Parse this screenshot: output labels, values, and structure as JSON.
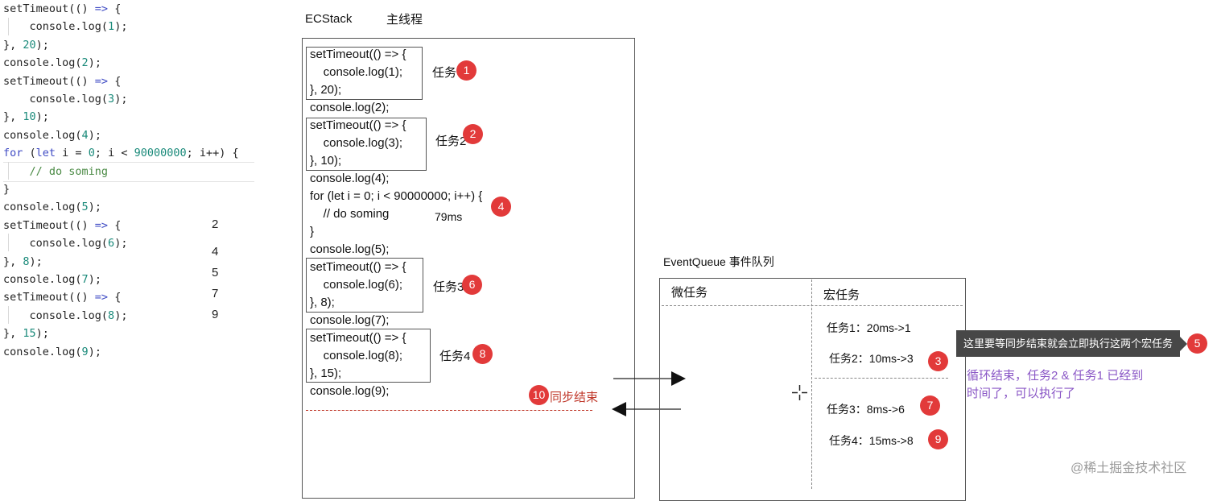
{
  "code_editor": {
    "lines": [
      "setTimeout(() => {",
      "    console.log(1);",
      "}, 20);",
      "console.log(2);",
      "setTimeout(() => {",
      "    console.log(3);",
      "}, 10);",
      "console.log(4);",
      "for (let i = 0; i < 90000000; i++) {",
      "    // do soming",
      "}",
      "console.log(5);",
      "setTimeout(() => {",
      "    console.log(6);",
      "}, 8);",
      "console.log(7);",
      "setTimeout(() => {",
      "    console.log(8);",
      "}, 15);",
      "console.log(9);"
    ],
    "output_numbers": [
      "2",
      "4",
      "5",
      "7",
      "9"
    ]
  },
  "ecstack": {
    "label": "ECStack",
    "thread_label": "主线程",
    "lines": [
      "setTimeout(() => {",
      "    console.log(1);",
      "}, 20);",
      "console.log(2);",
      "setTimeout(() => {",
      "    console.log(3);",
      "}, 10);",
      "console.log(4);",
      "for (let i = 0; i < 90000000; i++) {",
      "    // do soming",
      "}",
      "console.log(5);",
      "setTimeout(() => {",
      "    console.log(6);",
      "}, 8);",
      "console.log(7);",
      "setTimeout(() => {",
      "    console.log(8);",
      "}, 15);",
      "console.log(9);"
    ],
    "task_labels": [
      "任务",
      "任务2",
      "任务3",
      "任务4"
    ],
    "loop_time": "79ms",
    "sync_end": "同步结束"
  },
  "markers": [
    "1",
    "2",
    "3",
    "4",
    "5",
    "6",
    "7",
    "8",
    "9",
    "10"
  ],
  "event_queue": {
    "title": "EventQueue 事件队列",
    "micro_header": "微任务",
    "macro_header": "宏任务",
    "macro_items": [
      "任务1：20ms->1",
      "任务2：10ms->3",
      "任务3：8ms->6",
      "任务4：15ms->8"
    ]
  },
  "tooltip": "这里要等同步结束就会立即执行这两个宏任务",
  "loop_note": [
    "循环结束，任务2 & 任务1 已经到",
    "时间了，可以执行了"
  ],
  "watermark": "@稀土掘金技术社区",
  "colors": {
    "marker": "#e23a3a",
    "keyword": "#3f4bc4",
    "number": "#1a8a7a",
    "note_purple": "#8a57c6",
    "sync_red": "#c0392b",
    "tooltip_bg": "#474747"
  }
}
